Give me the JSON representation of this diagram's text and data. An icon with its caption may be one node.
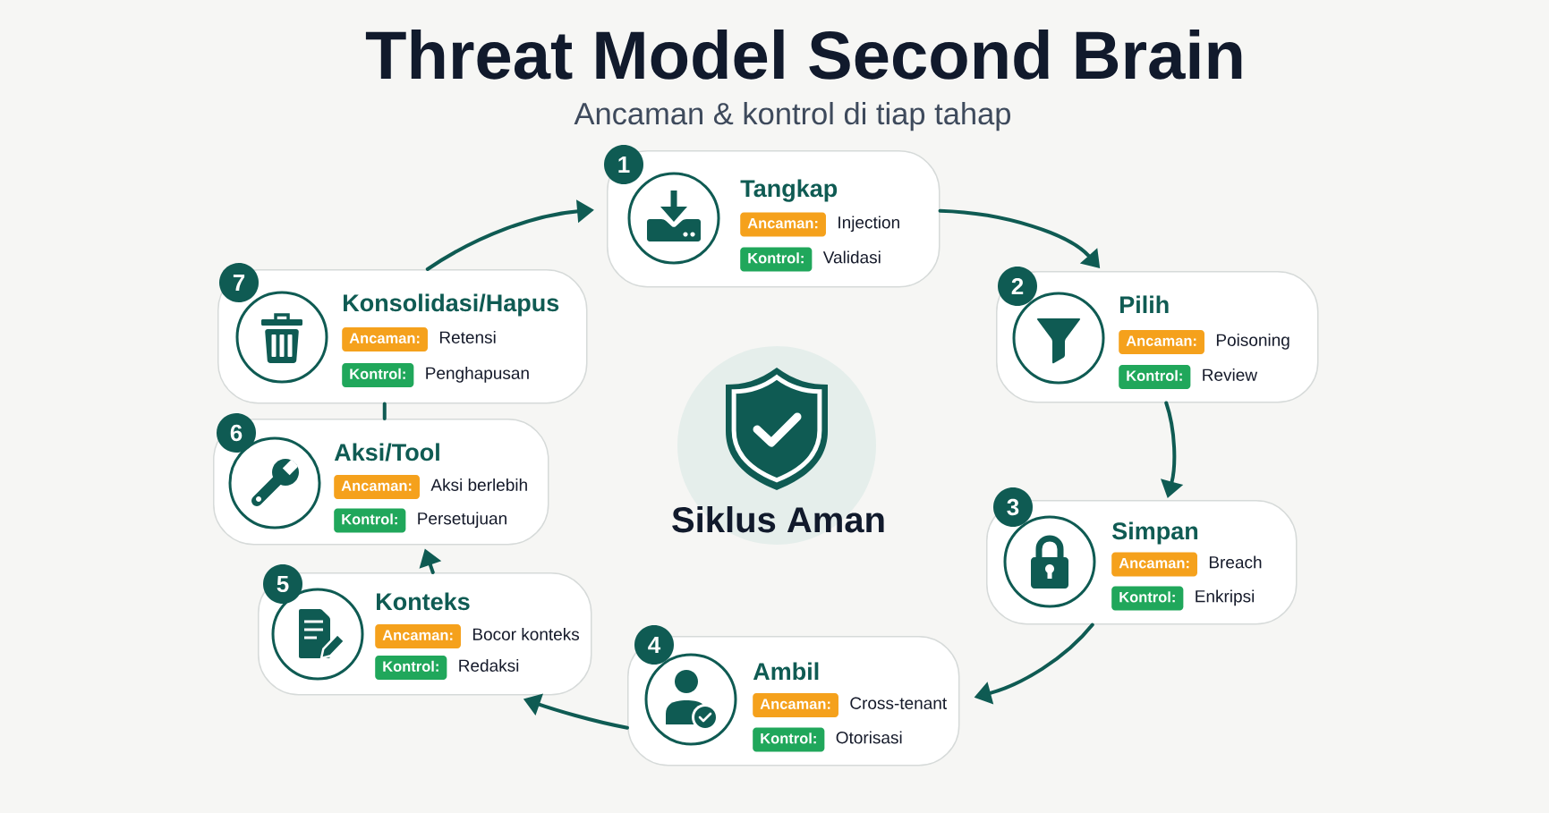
{
  "diagram": {
    "title": "Threat Model Second Brain",
    "nodes": [
      {
        "text": [
          "1"
        ]
      },
      {
        "text": [
          "Tangkap"
        ]
      },
      {
        "text": [
          "Ancaman:"
        ],
        "in": 1,
        "beside": [
          "Injection"
        ]
      },
      {
        "text": [
          "Kontrol:"
        ],
        "in": 1,
        "beside": [
          "Validasi"
        ]
      },
      {
        "text": [
          "2"
        ]
      },
      {
        "text": [
          "Pilih"
        ]
      },
      {
        "text": [
          "Ancaman:"
        ],
        "in": 5,
        "beside": [
          "Poisoning"
        ]
      },
      {
        "text": [
          "Kontrol:"
        ],
        "in": 5,
        "beside": [
          "Review"
        ]
      },
      {
        "text": [
          "3"
        ]
      },
      {
        "text": [
          "Simpan"
        ]
      },
      {
        "text": [
          "Ancaman:"
        ],
        "in": 9,
        "beside": [
          "Breach"
        ]
      },
      {
        "text": [
          "Kontrol:"
        ],
        "in": 9,
        "beside": [
          "Enkripsi"
        ]
      },
      {
        "text": [
          "4"
        ]
      },
      {
        "text": [
          "Ambil"
        ]
      },
      {
        "text": [
          "Ancaman:"
        ],
        "in": 13,
        "beside": [
          "Cross-tenant"
        ]
      },
      {
        "text": [
          "Kontrol:"
        ],
        "in": 13,
        "beside": [
          "Otorisasi"
        ]
      },
      {
        "text": [
          "5"
        ]
      },
      {
        "text": [
          "Konteks"
        ]
      },
      {
        "text": [
          "Ancaman:"
        ],
        "in": 17,
        "beside": [
          "Bocor konteks"
        ]
      },
      {
        "text": [
          "Kontrol:"
        ],
        "in": 17,
        "beside": [
          "Redaksi"
        ]
      },
      {
        "text": [
          "6"
        ]
      },
      {
        "text": [
          "Aksi/Tool"
        ]
      },
      {
        "text": [
          "Ancaman:"
        ],
        "in": 21,
        "beside": [
          "Aksi berlebih"
        ]
      },
      {
        "text": [
          "Kontrol:"
        ],
        "in": 21,
        "beside": [
          "Persetujuan"
        ]
      },
      {
        "text": [
          "7"
        ]
      },
      {
        "text": [
          "Konsolidasi/Hapus"
        ]
      },
      {
        "text": [
          "Ancaman:"
        ],
        "in": 25,
        "beside": [
          "Retensi"
        ]
      },
      {
        "text": [
          "Kontrol:"
        ],
        "in": 25,
        "beside": [
          "Penghapusan"
        ]
      },
      {
        "text": [
          "Siklus Aman"
        ]
      }
    ],
    "edges": [
      {
        "from": 1,
        "to": 5,
        "arrow": "to"
      },
      {
        "from": 5,
        "to": 9,
        "arrow": "to"
      },
      {
        "from": 9,
        "to": 13,
        "arrow": "to"
      },
      {
        "from": 13,
        "to": 17,
        "arrow": "to"
      },
      {
        "from": 17,
        "to": 21,
        "arrow": "to"
      },
      {
        "from": 21,
        "to": 25,
        "arrow": "none"
      },
      {
        "from": 25,
        "to": 1,
        "arrow": "to"
      }
    ],
    "labels": [
      "Ancaman & kontrol di tiap tahap"
    ]
  }
}
